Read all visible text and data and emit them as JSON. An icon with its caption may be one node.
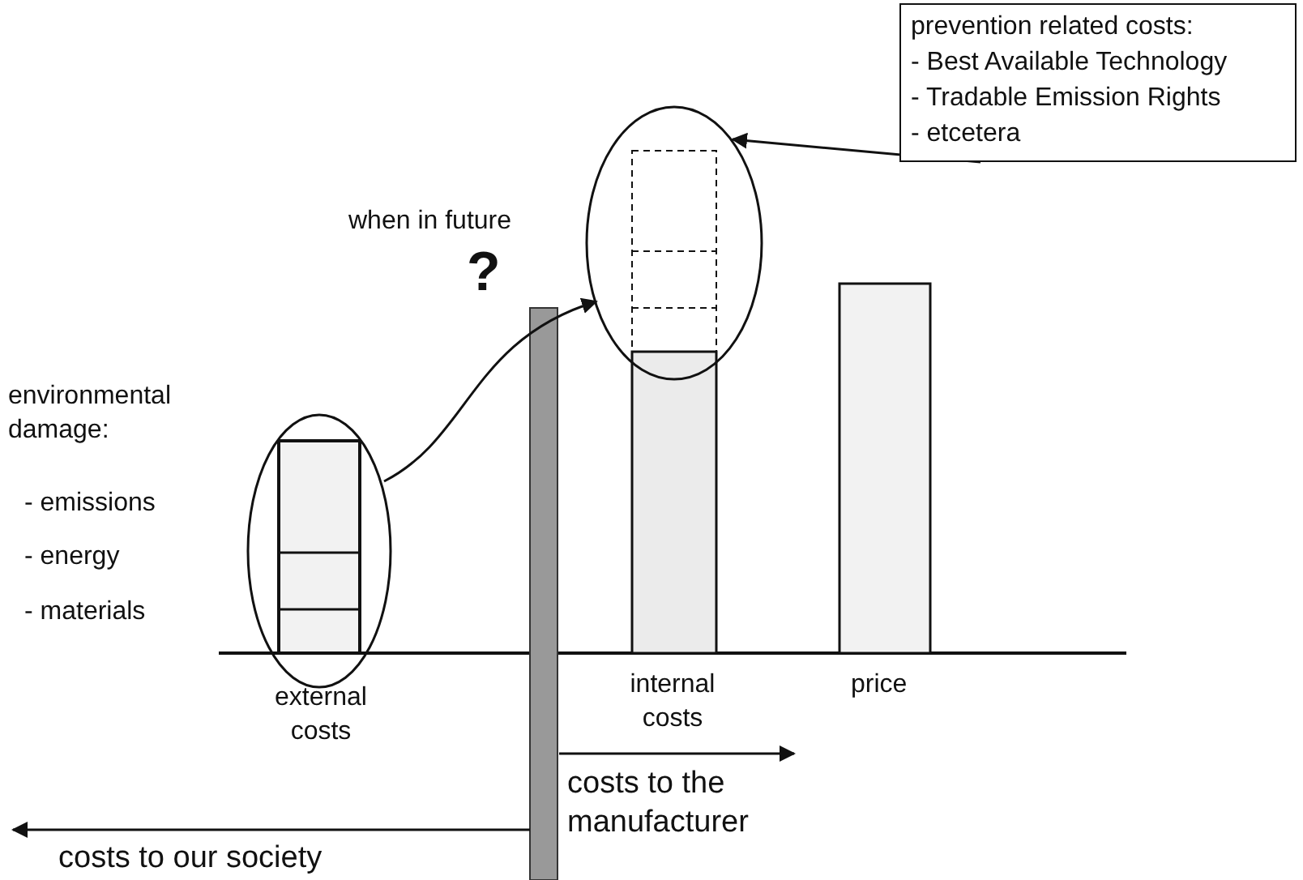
{
  "diagram": {
    "nodes": [
      {
        "text": [],
        "shape": "ellipse"
      },
      {
        "text": [],
        "shape": "ellipse"
      },
      {
        "text": [
          "prevention related costs:",
          "- Best Available Technology",
          "- Tradable Emission Rights",
          "- etcetera"
        ]
      }
    ],
    "edges": [
      {
        "from": 0,
        "to": 1,
        "arrow": "to"
      },
      {
        "from": 2,
        "to": 1,
        "arrow": "to"
      }
    ],
    "labels": [
      "when in future",
      "?",
      "environmental damage:",
      "- emissions",
      "- energy",
      "- materials",
      "external costs",
      "internal costs",
      "price",
      "costs to the manufacturer",
      "costs to our society"
    ]
  }
}
